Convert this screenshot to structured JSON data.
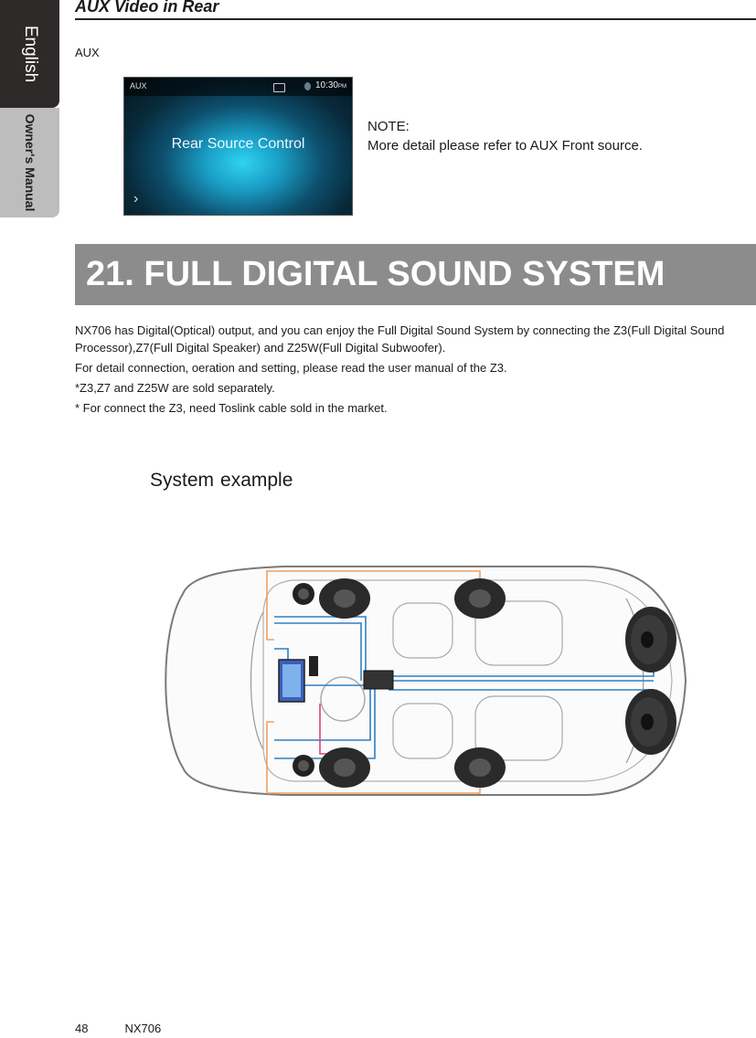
{
  "sidebar": {
    "language_tab": "English",
    "manual_tab": "Owner's Manual"
  },
  "header": {
    "title": "AUX Video in Rear"
  },
  "aux_label": "AUX",
  "screen": {
    "source_label": "AUX",
    "clock": "10:30",
    "clock_suffix": "PM",
    "title": "Rear Source Control",
    "chevron": "›"
  },
  "note": {
    "label": "NOTE:",
    "text": "More detail please refer to AUX Front source."
  },
  "chapter": {
    "title": "21. FULL DIGITAL SOUND SYSTEM"
  },
  "body": {
    "p1": "NX706 has Digital(Optical) output, and you can enjoy the Full Digital Sound System by connecting the Z3(Full Digital Sound Processor),Z7(Full Digital Speaker) and Z25W(Full Digital Subwoofer).",
    "p2": "For detail connection, oeration and setting, please read the user manual of the Z3.",
    "p3": "*Z3,Z7 and Z25W are sold separately.",
    "p4": "* For connect the Z3, need Toslink cable sold in the market."
  },
  "caption": {
    "word1": "System",
    "word2": "example"
  },
  "footer": {
    "page": "48",
    "model": "NX706"
  },
  "colors": {
    "banner": "#8c8c8c",
    "wire_blue": "#2f7fc1",
    "wire_orange": "#f0a060",
    "wire_pink": "#e2407a"
  }
}
